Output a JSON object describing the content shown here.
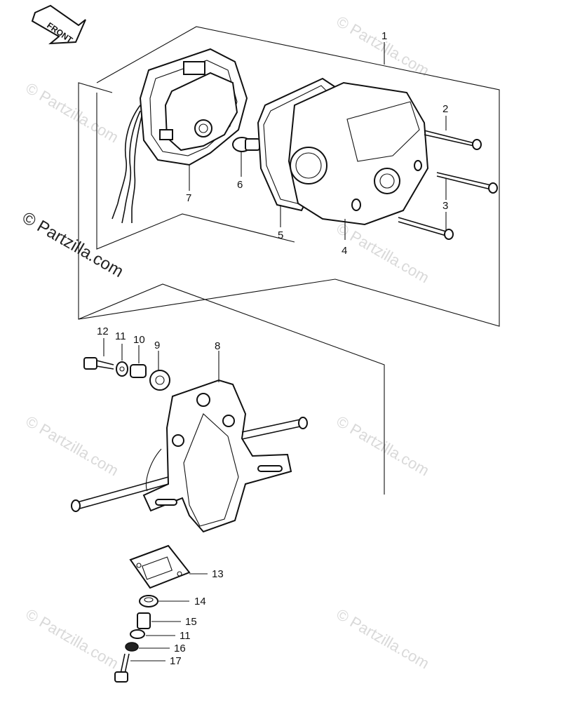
{
  "diagram": {
    "direction_arrow": "FRONT",
    "watermarks": [
      "© Partzilla.com",
      "© Partzilla.com",
      "© Partzilla.com",
      "© Partzilla.com",
      "© Partzilla.com",
      "© Partzilla.com",
      "© Partzilla.com",
      "© Partzilla.com"
    ],
    "callouts": [
      "1",
      "2",
      "3",
      "4",
      "5",
      "6",
      "7",
      "8",
      "9",
      "10",
      "11",
      "12",
      "13",
      "14",
      "15",
      "11",
      "16",
      "17"
    ]
  }
}
